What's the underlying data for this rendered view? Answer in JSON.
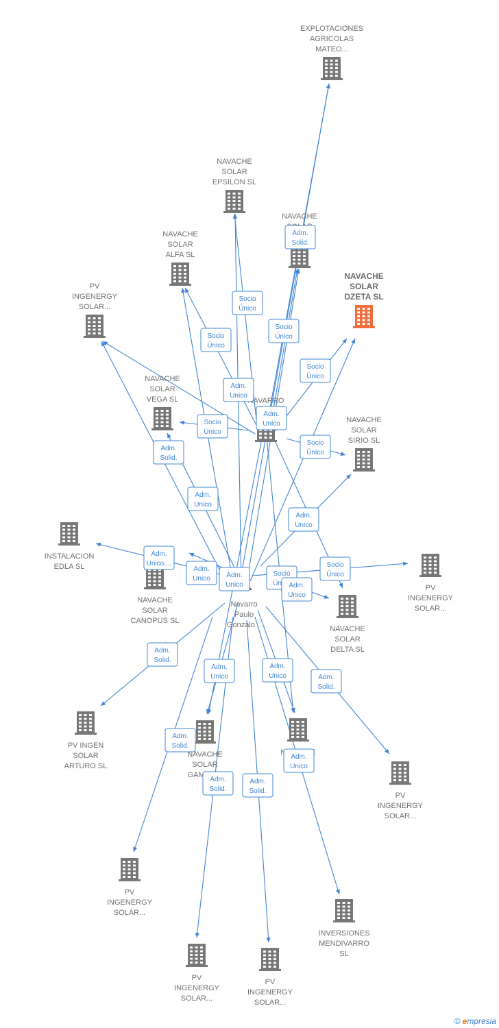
{
  "colors": {
    "edge": "#3f84d6",
    "building": "#777777",
    "building_focus": "#f26b3a",
    "label": "#6f6f6f"
  },
  "brand": {
    "copyright": "©",
    "first_letter": "e",
    "rest": "mpresia"
  },
  "nodes": [
    {
      "id": "explotaciones",
      "label": [
        "EXPLOTACIONES",
        "AGRICOLAS",
        "MATEO..."
      ],
      "icon": "building-icon"
    },
    {
      "id": "epsilon",
      "label": [
        "NAVACHE",
        "SOLAR",
        "EPSILON  SL"
      ],
      "icon": "building-icon"
    },
    {
      "id": "arx",
      "label": [
        "NAVACHE",
        "SOLAR",
        "AR...  SL"
      ],
      "icon": "building-icon"
    },
    {
      "id": "alfa",
      "label": [
        "NAVACHE",
        "SOLAR",
        "ALFA  SL"
      ],
      "icon": "building-icon"
    },
    {
      "id": "dzeta",
      "label": [
        "NAVACHE",
        "SOLAR",
        "DZETA  SL"
      ],
      "icon": "building-icon",
      "focus": true
    },
    {
      "id": "pv1",
      "label": [
        "PV",
        "INGENERGY",
        "SOLAR..."
      ],
      "icon": "building-icon"
    },
    {
      "id": "vega",
      "label": [
        "NAVACHE",
        "SOLAR",
        "VEGA  SL"
      ],
      "icon": "building-icon"
    },
    {
      "id": "navarro_pu",
      "label": [
        "NAVARRO",
        "PU..."
      ],
      "icon": "building-icon"
    },
    {
      "id": "sirio",
      "label": [
        "NAVACHE",
        "SOLAR",
        "SIRIO  SL"
      ],
      "icon": "building-icon"
    },
    {
      "id": "edla",
      "label": [
        "INSTALACION",
        "EDLA  SL"
      ],
      "icon": "building-icon"
    },
    {
      "id": "canopus",
      "label": [
        "NAVACHE",
        "SOLAR",
        "CANOPUS  SL"
      ],
      "icon": "building-icon"
    },
    {
      "id": "person",
      "label": [
        "Navarro",
        "Paulo",
        "Gonzalo..."
      ],
      "icon": "person-icon"
    },
    {
      "id": "pv_right",
      "label": [
        "PV",
        "INGENERGY",
        "SOLAR..."
      ],
      "icon": "building-icon"
    },
    {
      "id": "delta",
      "label": [
        "NAVACHE",
        "SOLAR",
        "DELTA  SL"
      ],
      "icon": "building-icon"
    },
    {
      "id": "arturo",
      "label": [
        "PV INGEN",
        "SOLAR",
        "ARTURO  SL"
      ],
      "icon": "building-icon"
    },
    {
      "id": "gamma",
      "label": [
        "NAVACHE",
        "SOLAR",
        "GAMMA..."
      ],
      "icon": "building-icon"
    },
    {
      "id": "beta",
      "label": [
        "NAVACHE",
        "B...  SL"
      ],
      "icon": "building-icon"
    },
    {
      "id": "pv_right2",
      "label": [
        "PV",
        "INGENERGY",
        "SOLAR..."
      ],
      "icon": "building-icon"
    },
    {
      "id": "pv_bl",
      "label": [
        "PV",
        "INGENERGY",
        "SOLAR..."
      ],
      "icon": "building-icon"
    },
    {
      "id": "mendivarro",
      "label": [
        "INVERSIONES",
        "MENDIVARRO",
        "SL"
      ],
      "icon": "building-icon"
    },
    {
      "id": "pv_b1",
      "label": [
        "PV",
        "INGENERGY",
        "SOLAR..."
      ],
      "icon": "building-icon"
    },
    {
      "id": "pv_b2",
      "label": [
        "PV",
        "INGENERGY",
        "SOLAR..."
      ],
      "icon": "building-icon"
    }
  ],
  "edge_labels": [
    [
      "Adm.",
      "Solid."
    ],
    [
      "Socio",
      "Único"
    ],
    [
      "Socio",
      "Único"
    ],
    [
      "Socio",
      "Único"
    ],
    [
      "Socio",
      "Único"
    ],
    [
      "Adm.",
      "Unico"
    ],
    [
      "Adm.",
      "Unico"
    ],
    [
      "Socio",
      "Único"
    ],
    [
      "Adm.",
      "Solid."
    ],
    [
      "Adm.",
      "Unico"
    ],
    [
      "Adm.",
      "Unico"
    ],
    [
      "Socio",
      "Único"
    ],
    [
      "Adm.",
      "Unico"
    ],
    [
      "Adm.",
      "Unico,..."
    ],
    [
      "Adm.",
      "Unico"
    ],
    [
      "Socio",
      "Único"
    ],
    [
      "Socio",
      "Único"
    ],
    [
      "Adm.",
      "Solid."
    ],
    [
      "Adm.",
      "Unico"
    ],
    [
      "Adm.",
      "Solid."
    ],
    [
      "Adm.",
      "Unico"
    ],
    [
      "Adm.",
      "Unico"
    ],
    [
      "Adm.",
      "Solid."
    ],
    [
      "Adm.",
      "Solid."
    ],
    [
      "Adm.",
      "Unico"
    ],
    [
      "Adm.",
      "Solid."
    ],
    [
      "Adm.",
      "Solid."
    ]
  ]
}
